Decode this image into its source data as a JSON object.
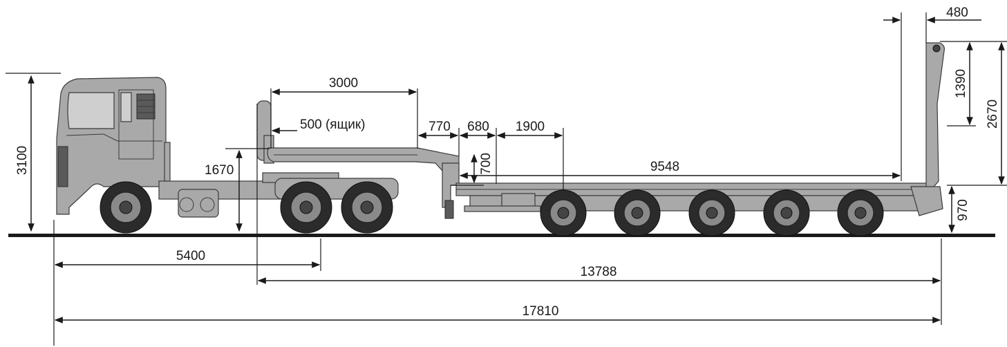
{
  "dimensions": {
    "cab_height": "3100",
    "fifth_wheel_height": "1670",
    "wheelbase": "5400",
    "trailer_length": "13788",
    "overall_length": "17810",
    "gooseneck_deck": "3000",
    "toolbox": "500 (ящик)",
    "gooseneck_drop": "770",
    "swan_section": "680",
    "step_height": "700",
    "first_axle_offset": "1900",
    "main_deck": "9548",
    "ramp_offset": "480",
    "ramp_height": "1390",
    "ramp_total_height": "2670",
    "deck_height": "970"
  },
  "colors": {
    "vehicle_body": "#a9a9a9",
    "dimension_line": "#1a1a1a",
    "ground": "#1a1a1a"
  }
}
